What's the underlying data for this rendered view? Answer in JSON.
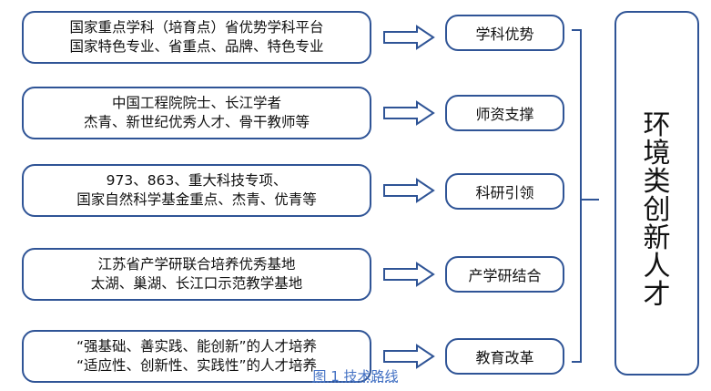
{
  "rows": [
    {
      "lines": [
        "国家重点学科（培育点）省优势学科平台",
        "国家特色专业、省重点、品牌、特色专业"
      ],
      "label": "学科优势"
    },
    {
      "lines": [
        "中国工程院院士、长江学者",
        "杰青、新世纪优秀人才、骨干教师等"
      ],
      "label": "师资支撑"
    },
    {
      "lines": [
        "973、863、重大科技专项、",
        "国家自然科学基金重点、杰青、优青等"
      ],
      "label": "科研引领"
    },
    {
      "lines": [
        "江苏省产学研联合培养优秀基地",
        "太湖、巢湖、长江口示范教学基地"
      ],
      "label": "产学研结合"
    },
    {
      "lines": [
        "“强基础、善实践、能创新”的人才培养",
        "“适应性、创新性、实践性”的人才培养"
      ],
      "label": "教育改革"
    }
  ],
  "target": {
    "chars": [
      "环",
      "境",
      "类",
      "创",
      "新",
      "人",
      "才"
    ]
  },
  "caption": "图 1 技术路线",
  "colors": {
    "box_border": "#2f5496",
    "arrow": "#2f5496",
    "caption": "#4472c4"
  }
}
